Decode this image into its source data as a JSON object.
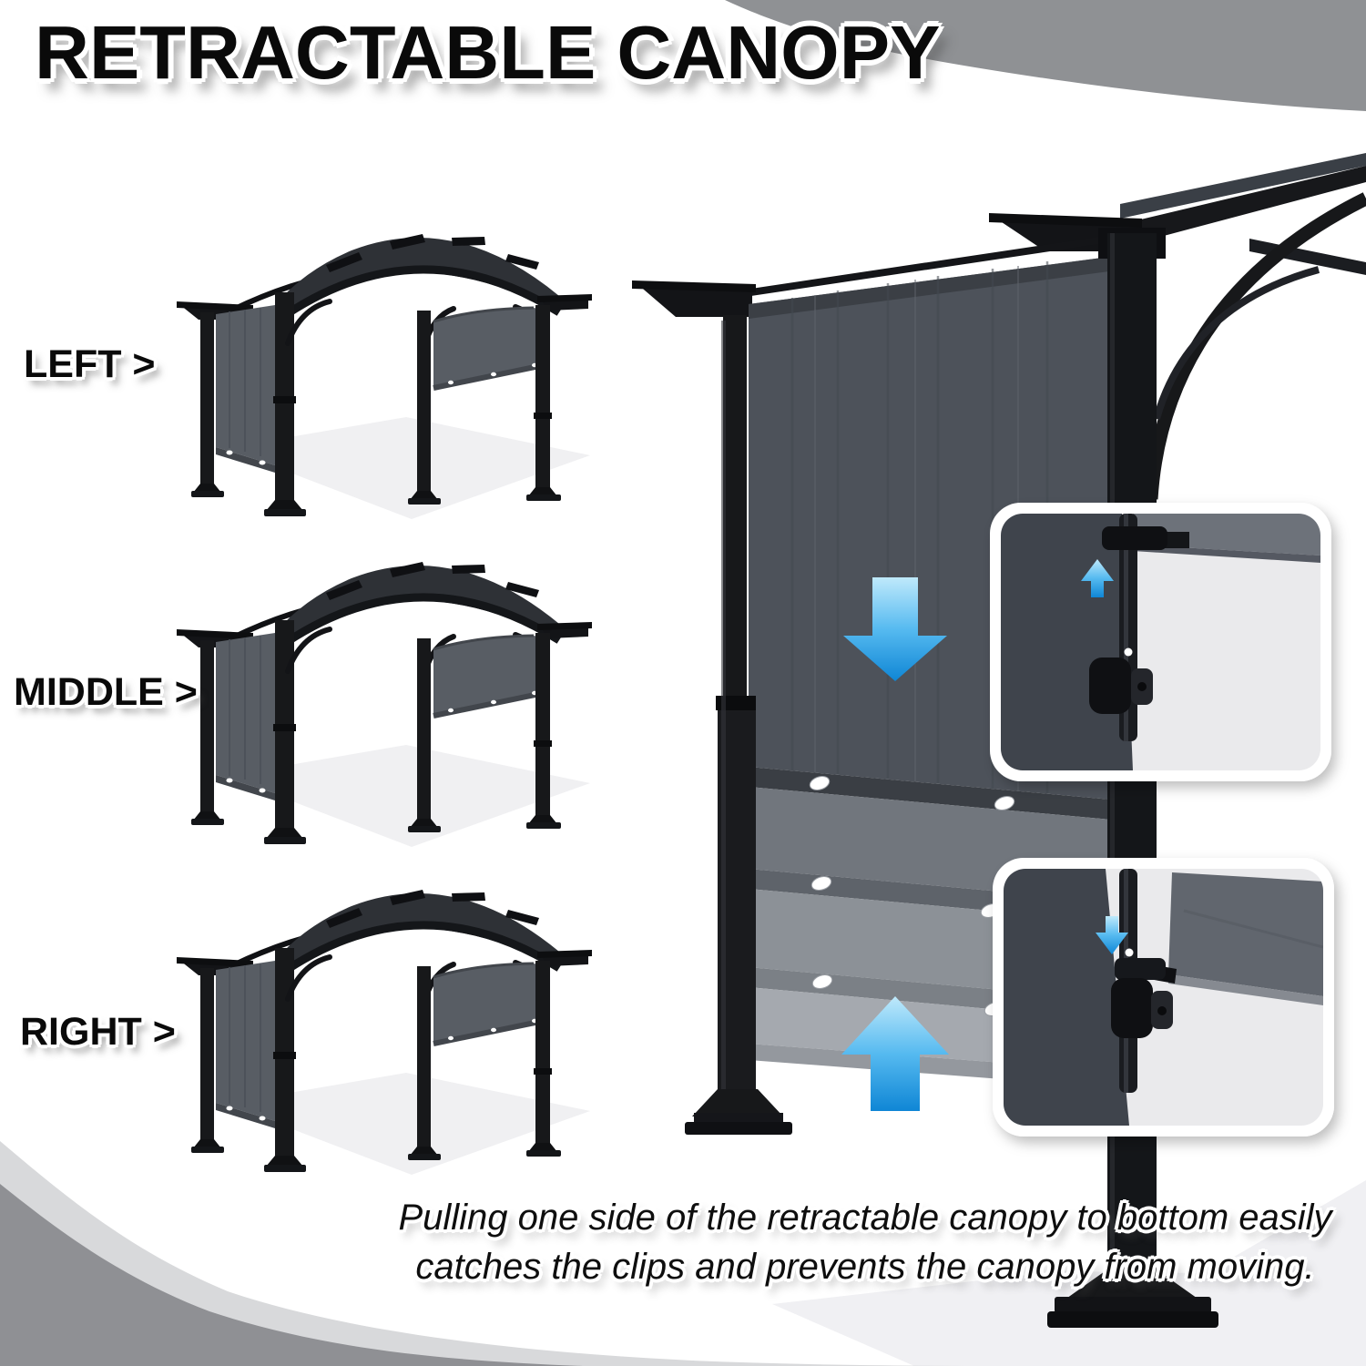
{
  "title": "RETRACTABLE CANOPY",
  "side_labels": {
    "left": "LEFT >",
    "middle": "MIDDLE >",
    "right": "RIGHT >"
  },
  "caption": {
    "line1": "Pulling one side of the retractable canopy to bottom easily",
    "line2": "catches the clips and prevents the canopy from moving."
  },
  "icons": {
    "main_canopy_down_arrow": "down-arrow",
    "main_canopy_up_arrow": "up-arrow",
    "top_inset_arrow": "up-arrow",
    "bottom_inset_arrow": "down-arrow"
  },
  "colors": {
    "canopy_dark": "#4d525a",
    "canopy_mid": "#71767d",
    "canopy_light": "#8c9197",
    "canopy_lightest": "#a5a9af",
    "frame_black": "#17181a",
    "post_charcoal": "#3f444c",
    "arrow_blue_top": "#bfe9fb",
    "arrow_blue_bottom": "#0f86d5",
    "swoosh_gray": "#8f9194",
    "swoosh_light_gray": "#d8d9db",
    "inset_background": "#eaeaec",
    "background": "#ffffff"
  }
}
